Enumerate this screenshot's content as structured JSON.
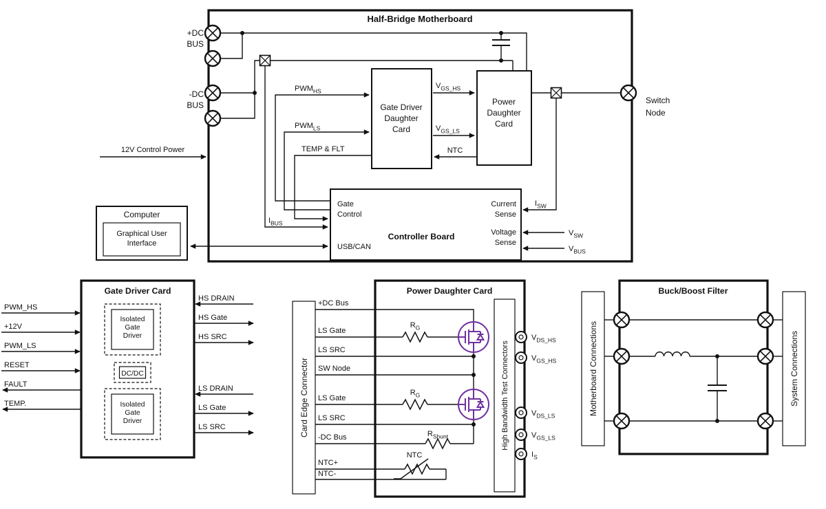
{
  "colors": {
    "mosfet": "#7030A0"
  },
  "motherboard": {
    "title": "Half-Bridge Motherboard",
    "pdc_bus": {
      "l1": "+DC",
      "l2": "BUS"
    },
    "ndc_bus": {
      "l1": "-DC",
      "l2": "BUS"
    },
    "control_power": "12V Control Power",
    "switch_node": {
      "l1": "Switch",
      "l2": "Node"
    },
    "gate_card": {
      "l1": "Gate Driver",
      "l2": "Daughter",
      "l3": "Card"
    },
    "power_card": {
      "l1": "Power",
      "l2": "Daughter",
      "l3": "Card"
    },
    "controller": {
      "title": "Controller Board",
      "gate": {
        "l1": "Gate",
        "l2": "Control"
      },
      "usb_can": "USB/CAN",
      "current": {
        "l1": "Current",
        "l2": "Sense"
      },
      "voltage": {
        "l1": "Voltage",
        "l2": "Sense"
      }
    },
    "signals": {
      "pwm_hs": {
        "base": "PWM",
        "sub": "HS"
      },
      "pwm_ls": {
        "base": "PWM",
        "sub": "LS"
      },
      "temp_flt": "TEMP & FLT",
      "vgs_hs": {
        "base": "V",
        "sub": "GS_HS"
      },
      "vgs_ls": {
        "base": "V",
        "sub": "GS_LS"
      },
      "ntc": "NTC",
      "ibus": {
        "base": "I",
        "sub": "BUS"
      },
      "isw": {
        "base": "I",
        "sub": "SW"
      },
      "vsw": {
        "base": "V",
        "sub": "SW"
      },
      "vbus": {
        "base": "V",
        "sub": "BUS"
      }
    }
  },
  "computer": {
    "title": "Computer",
    "gui": {
      "l1": "Graphical User",
      "l2": "Interface"
    }
  },
  "gate_driver_card": {
    "title": "Gate Driver Card",
    "left_pins": [
      "PWM_HS",
      "+12V",
      "PWM_LS",
      "RESET",
      "FAULT",
      "TEMP."
    ],
    "right_pins": [
      "HS DRAIN",
      "HS Gate",
      "HS SRC",
      "LS DRAIN",
      "LS Gate",
      "LS SRC"
    ],
    "iso_top": {
      "l1": "Isolated",
      "l2": "Gate",
      "l3": "Driver"
    },
    "dcdc": "DC/DC",
    "iso_bottom": {
      "l1": "Isolated",
      "l2": "Gate",
      "l3": "Driver"
    }
  },
  "power_card": {
    "title": "Power Daughter Card",
    "card_edge": "Card Edge Connector",
    "test_conn": "High Bandwidth Test Connectors",
    "inputs": [
      "+DC Bus",
      "LS Gate",
      "LS SRC",
      "SW Node",
      "LS Gate",
      "LS SRC",
      "-DC Bus",
      "NTC+",
      "NTC-"
    ],
    "rg_top": {
      "base": "R",
      "sub": "G"
    },
    "rg_bottom": {
      "base": "R",
      "sub": "G"
    },
    "rshunt": {
      "base": "R",
      "sub": "Shunt"
    },
    "ntc": "NTC",
    "test_points": [
      {
        "base": "V",
        "sub": "DS_HS"
      },
      {
        "base": "V",
        "sub": "GS_HS"
      },
      {
        "base": "V",
        "sub": "DS_LS"
      },
      {
        "base": "V",
        "sub": "GS_LS"
      },
      {
        "base": "I",
        "sub": "S"
      }
    ]
  },
  "filter": {
    "title": "Buck/Boost Filter",
    "left_box": "Motherboard Connections",
    "right_box": "System Connections"
  }
}
